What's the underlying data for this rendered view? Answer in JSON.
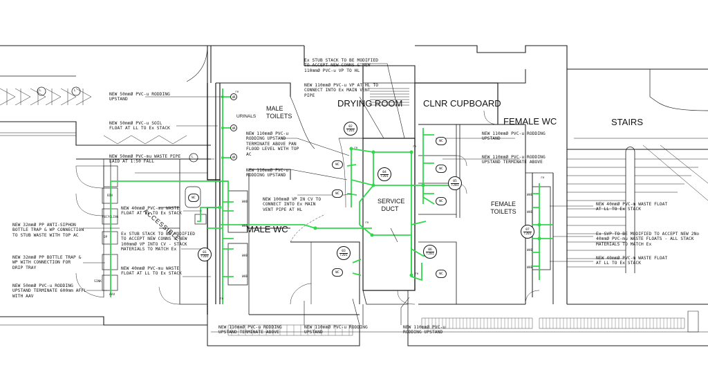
{
  "colors": {
    "pipe": "#2fd84a",
    "wall": "#1a1a1a",
    "paper": "#ffffff"
  },
  "rooms": {
    "drying_room": "DRYING ROOM",
    "clnr_cupboard": "CLNR CUPBOARD",
    "female_wc": "FEMALE WC",
    "stairs": "STAIRS",
    "male_toilets": "MALE TOILETS",
    "male_wc": "MALE WC",
    "accessible": "ACCESSIBLE",
    "service_duct": "SERVICE DUCT",
    "female_toilets": "FEMALE TOILETS",
    "urinals": "URINALS"
  },
  "notes": {
    "n1": "NEW 50mmØ PVC-u RODDING UPSTAND",
    "n2": "NEW 50mmØ PVC-u SOIL FLOAT AT LL TO Ex STACK",
    "n3": "NEW 50mmØ PVC-mu WASTE PIPE LAID AT 1:50 FALL",
    "n4": "NEW 110mmØ PVC-u RODDING UPSTAND TERMINATE ABOVE PAN FLOOD LEVEL WITH TOP AC",
    "n5": "NEW 110mmØ PVC-u RODDING UPSTAND",
    "n6": "NEW 40mmØ PVC-mu WASTE FLOAT AT LL TO Ex STACK",
    "n7": "NEW 32mmØ PP ANTI-SIPHON BOTTLE TRAP & WP CONNECTION TO STUB WASTE WITH TOP AC",
    "n8": "Ex STUB STACK TO BE MODIFIED TO ACCEPT NEW CONNS & NEW 100mmØ VP INTO CV - STACK MATERIALS TO MATCH Ex",
    "n9": "NEW 40mmØ PVC-mu WASTE FLOAT AT LL TO Ex STACK",
    "n10": "NEW 32mmØ PP BOTTLE TRAP & WP WITH CONNECTION FOR DRIP TRAY",
    "n11": "NEW 50mmØ PVC-u RODDING UPSTAND TERMINATE 600mm AFFL WITH AAV",
    "n12": "NEW 100mmØ VP IN CV TO CONNECT INTO Ex MAIN VENT PIPE AT HL",
    "n13": "Ex STUB STACK TO BE MODIFIED TO ACCEPT NEW CONNS & NEW 110mmØ PVC-u VP TO HL",
    "n14": "NEW 110mmØ PVC-u VP AT HL TO CONNECT INTO Ex MAIN VENT PIPE",
    "n15": "NEW 110mmØ PVC-u RODDING UPSTAND",
    "n16": "NEW 110mmØ PVC-u RODDING UPSTAND TERMINATE ABOVE",
    "n17": "NEW 40mmØ PVC-m WASTE FLOAT AT LL TO Ex STACK",
    "n18": "Ex SVP TO BE MODIFIED TO ACCEPT NEW 2No 40mmØ PVC-mu WASTE FLOATS - ALL STACK MATERIALS TO MATCH Ex",
    "n19": "NEW 40mmØ PVC-m WASTE FLOAT AT LL TO Ex STACK",
    "n20": "NEW 110mmØ PVC-u RODDING UPSTAND TERMINATE ABOVE",
    "n21": "NEW 110mmØ PVC-u RODDING UPSTAND",
    "n22": "NEW 110mmØ PVC-u RODDING UPSTAND"
  },
  "tags": [
    {
      "top": "01",
      "bottom": "T201"
    },
    {
      "top": "02",
      "bottom": "T201"
    },
    {
      "top": "03",
      "bottom": "T201"
    },
    {
      "top": "04",
      "bottom": "T201"
    },
    {
      "top": "05",
      "bottom": "T201"
    },
    {
      "top": "06",
      "bottom": "T201"
    },
    {
      "top": "07",
      "bottom": "T201"
    }
  ],
  "fixtures": {
    "wc": "WC",
    "whb": "WHB",
    "ur": "UR",
    "re": "re",
    "sink": "SINK",
    "aav": "AAV",
    "l": "L",
    "bin": "BIN",
    "recycling": "RECYCLING",
    "dp": "DP"
  }
}
